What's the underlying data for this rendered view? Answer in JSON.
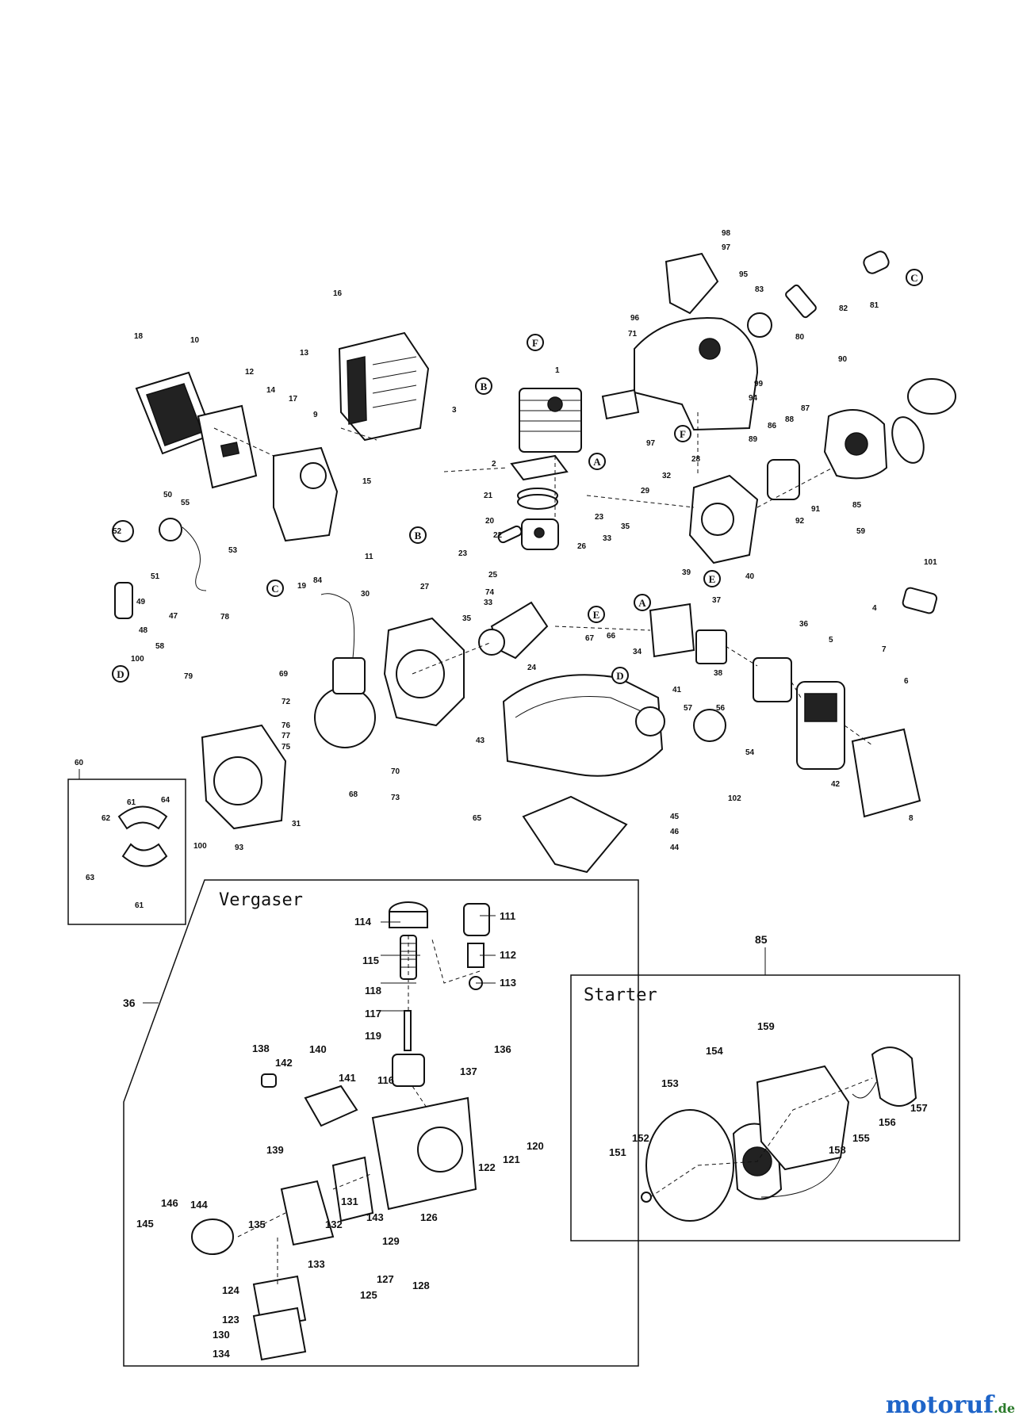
{
  "sections": {
    "carburetor": {
      "title": "Vergaser",
      "ref": "36"
    },
    "starter": {
      "title": "Starter",
      "ref": "85"
    }
  },
  "watermark": {
    "brand": "motoruf",
    "tld": ".de",
    "color_brand": "#1e64c8",
    "color_tld": "#2a7a2a"
  },
  "callout_letters": [
    "A",
    "B",
    "C",
    "D",
    "E",
    "F"
  ],
  "part_numbers": {
    "main": [
      "1",
      "2",
      "3",
      "4",
      "5",
      "6",
      "7",
      "8",
      "9",
      "10",
      "11",
      "12",
      "13",
      "14",
      "15",
      "16",
      "17",
      "18",
      "19",
      "20",
      "21",
      "22",
      "23",
      "23",
      "24",
      "25",
      "26",
      "27",
      "28",
      "29",
      "30",
      "31",
      "32",
      "33",
      "33",
      "34",
      "35",
      "35",
      "36",
      "37",
      "38",
      "39",
      "40",
      "41",
      "42",
      "43",
      "44",
      "45",
      "46",
      "47",
      "48",
      "49",
      "50",
      "51",
      "52",
      "53",
      "54",
      "55",
      "56",
      "57",
      "58",
      "59",
      "60",
      "61",
      "61",
      "62",
      "63",
      "64",
      "65",
      "66",
      "67",
      "68",
      "69",
      "70",
      "71",
      "72",
      "73",
      "74",
      "75",
      "76",
      "77",
      "78",
      "79",
      "80",
      "81",
      "82",
      "83",
      "84",
      "85",
      "86",
      "87",
      "88",
      "89",
      "90",
      "91",
      "92",
      "93",
      "94",
      "95",
      "96",
      "97",
      "97",
      "98",
      "99",
      "100",
      "100",
      "101",
      "102"
    ],
    "carburetor": [
      "111",
      "112",
      "113",
      "114",
      "115",
      "116",
      "117",
      "118",
      "119",
      "120",
      "121",
      "122",
      "123",
      "124",
      "125",
      "126",
      "127",
      "128",
      "129",
      "130",
      "131",
      "132",
      "133",
      "134",
      "135",
      "136",
      "137",
      "138",
      "139",
      "140",
      "141",
      "142",
      "143",
      "144",
      "145",
      "146"
    ],
    "starter": [
      "151",
      "152",
      "153",
      "154",
      "155",
      "156",
      "157",
      "158",
      "159"
    ]
  }
}
